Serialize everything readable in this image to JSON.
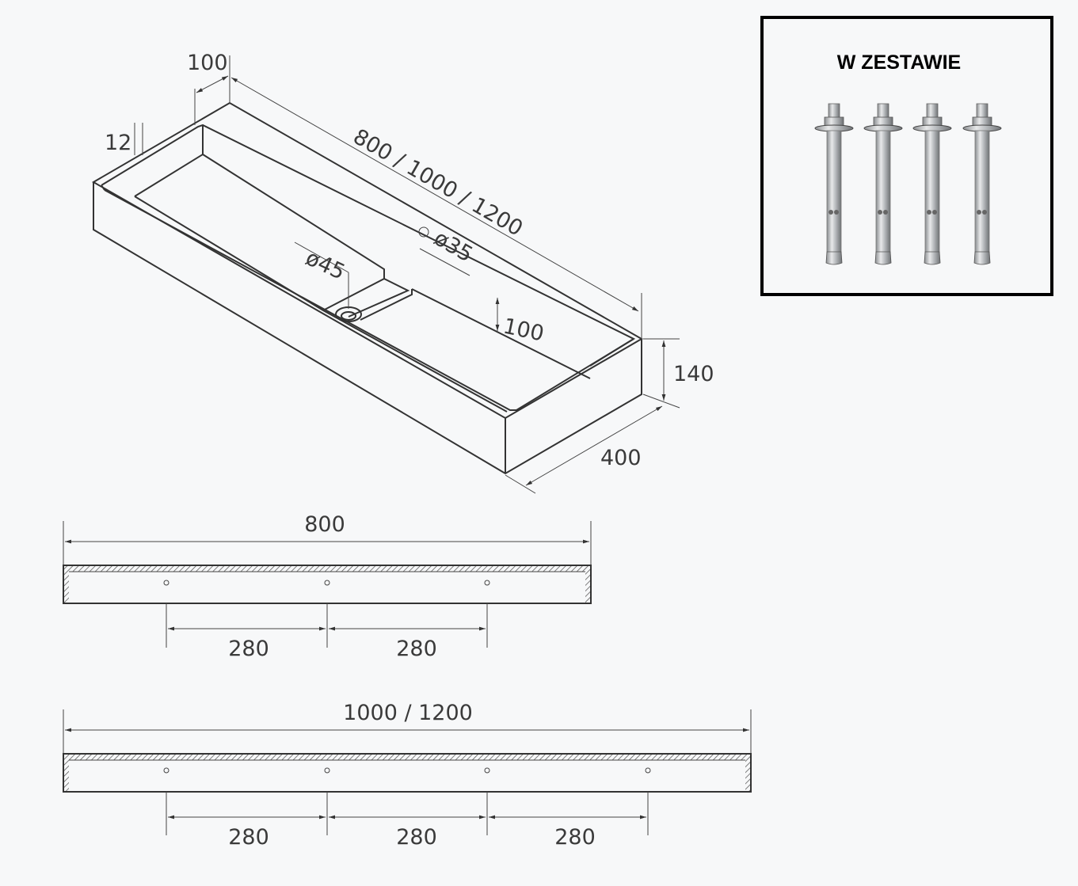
{
  "iso": {
    "wall_top_width": "100",
    "wall_thickness": "12",
    "length": "800 / 1000 / 1200",
    "tap_hole": "ø35",
    "drain": "ø45",
    "depth": "100",
    "height": "140",
    "width": "400"
  },
  "plan_800": {
    "total": "800",
    "spacings": [
      "280",
      "280"
    ]
  },
  "plan_1000": {
    "total": "1000 / 1200",
    "spacings": [
      "280",
      "280",
      "280"
    ]
  },
  "kit": {
    "title": "W ZESTAWIE",
    "bolt_count": 4
  }
}
